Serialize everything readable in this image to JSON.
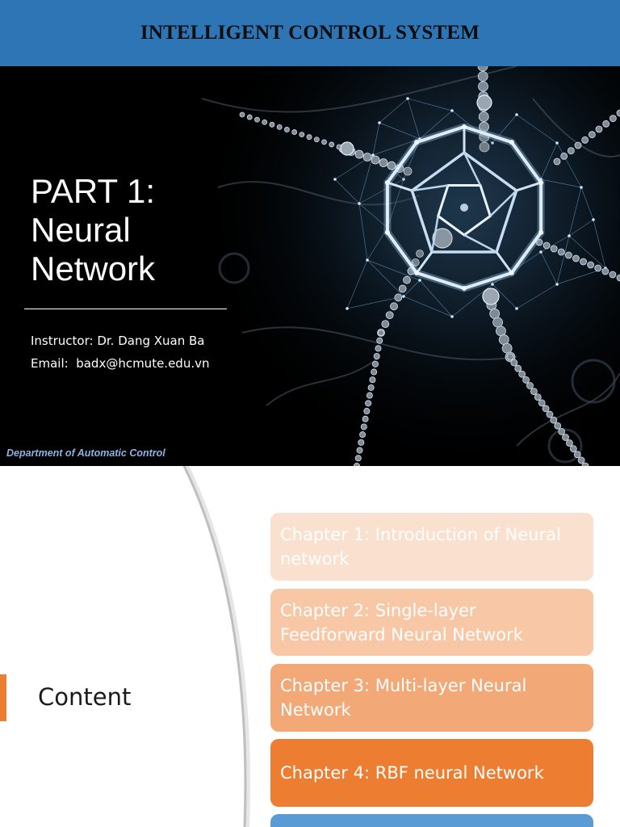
{
  "header": {
    "title": "INTELLIGENT CONTROL SYSTEM",
    "background": "#2E75B6"
  },
  "slide1": {
    "title_lines": [
      "PART 1:",
      "Neural",
      "Network"
    ],
    "instructor": "Instructor: Dr. Dang Xuan Ba",
    "email": "Email:  badx@hcmute.edu.vn",
    "department": "Department of Automatic Control",
    "background": "#000000",
    "department_color": "#8DB3E2"
  },
  "slide2": {
    "heading": "Content",
    "accent_color": "#ED7D31",
    "chapters": [
      {
        "label": "Chapter 1: Introduction of Neural network",
        "color": "#FAE0CF"
      },
      {
        "label": "Chapter 2: Single-layer Feedforward Neural Network",
        "color": "#F8C7A6"
      },
      {
        "label": "Chapter 3: Multi-layer Neural Network",
        "color": "#F3A878"
      },
      {
        "label": "Chapter 4: RBF neural Network",
        "color": "#ED7D31"
      },
      {
        "label": "",
        "color": "#5B9BD5"
      }
    ]
  }
}
